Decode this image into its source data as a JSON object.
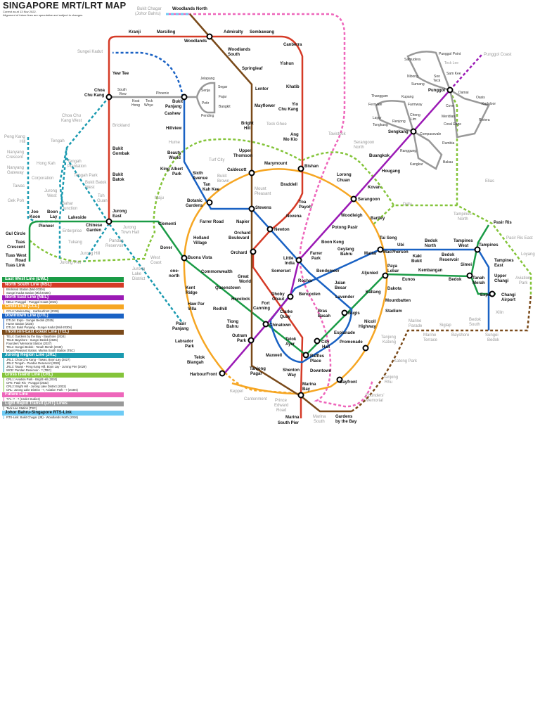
{
  "header": {
    "title": "SINGAPORE MRT/LRT MAP",
    "subtitle_1": "Correct as at 13 Nov 2022.",
    "subtitle_2": "Alignment of future lines are speculative and subject to changes."
  },
  "colors": {
    "EWL": "#1a9b46",
    "NSL": "#d53a26",
    "NEL": "#9b1ab5",
    "CCL": "#f6a623",
    "DTL": "#1a62c4",
    "TEL": "#7a4a1a",
    "JRL": "#1a9ab0",
    "CRL": "#84c43a",
    "FUTURE": "#ee66bb",
    "LRT": "#999999",
    "RTS": "#6ecbf5"
  },
  "legend": [
    {
      "name": "East West Line (EWL)",
      "color": "#1a9b46",
      "items": []
    },
    {
      "name": "North South Line (NSL)",
      "color": "#d53a26",
      "items": [
        "Brickland Station (Mid-2030s)",
        "Sungei Kadut Station (Mid-2030s)"
      ]
    },
    {
      "name": "North East Line (NEL)",
      "color": "#9b1ab5",
      "items": [
        "NELe: Punggol - Punggol Coast (2024)"
      ]
    },
    {
      "name": "Circle Line (CCL)",
      "color": "#f6a623",
      "items": [
        "CCL6: Marina Bay - Harbourfront (2026)"
      ]
    },
    {
      "name": "Downtown Line (DTL)",
      "color": "#1a62c4",
      "items": [
        "DTL3e: Expo - Sungei Bedok (2025)",
        "Hume Station (2025)",
        "DTL2e: Bukit Panjang - Sungei Kadut (Mid-2030s)"
      ]
    },
    {
      "name": "Thomson-East Coast Line (TEL)",
      "color": "#7a4a1a",
      "items": [
        "TEL4: Gardens by the Bay - Bayshore (2024)",
        "TEL5: Bayshore - Sungei Bedok (2025)",
        "Founders' Memorial Station (2027)",
        "TELe: Sungei Bedok - Tanah Merah (2040)",
        "Mount Pleasant Station, Marina South Station (TBC)"
      ]
    },
    {
      "name": "Jurong Region Line (JRL)",
      "color": "#1a9ab0",
      "items": [
        "JRL1: Choa Chu Kang - Tawas, Boon Lay (2027)",
        "JRL2: Tengah - Pandan Reservoir (2028)",
        "JRL3: Tawas - Peng Kang Hill, Boon Lay - Jurong Pier (2029)",
        "WCE: Pandan Reservoir - ? (TBC)"
      ]
    },
    {
      "name": "Cross Island Line (CRL)",
      "color": "#84c43a",
      "items": [
        "CRL1: Aviation Park - Bright Hill (2030)",
        "CPE: Pasir Ris - Punggol (2032)",
        "CRL2: Bright Hill - Jurong Lake District (2032)",
        "CRL: Jurong Lake District - ?, Aviation Park - ? (2030s)"
      ]
    },
    {
      "name": "Future Line",
      "color": "#ee66bb",
      "items": [
        "?YL: ? - ? (Under studies)"
      ]
    },
    {
      "name": "Light Rapid Transit (LRT) Lines",
      "color": "#999999",
      "items": [
        "Teck Lee Station (TBC)"
      ]
    },
    {
      "name": "Johor Bahru-Singapore RTS-Link",
      "color": "#6ecbf5",
      "items": [
        "RTS-Link: Bukit Chagar (JB) - Woodlands North (2026)"
      ],
      "dark_text": true
    }
  ],
  "stations": {
    "s1": "Woodlands North",
    "s2": "Bukit Chagar",
    "s3": "(Johor Bahru)",
    "s4": "Kranji",
    "s5": "Marsiling",
    "s6": "Woodlands",
    "s7": "Admiralty",
    "s8": "Sembawang",
    "s9": "Canberra",
    "s10": "Woodlands",
    "s11": "South",
    "s12": "Springleaf",
    "s13": "Yishun",
    "s14": "Lentor",
    "s15": "Khatib",
    "s16": "Mayflower",
    "s17": "Yio",
    "s18": "Chu Kang",
    "s19": "Sungei Kadut",
    "s20": "Yew Tee",
    "s21": "Choa",
    "s22": "Chu Kang",
    "s23": "South",
    "s24": "View",
    "s25": "Keat",
    "s26": "Hong",
    "s27": "Teck",
    "s28": "Whye",
    "s29": "Phoenix",
    "s30": "Bukit",
    "s31": "Panjang",
    "s32": "Cashew",
    "s33": "Hillview",
    "s34": "Hume",
    "s35": "Beauty",
    "s36": "World",
    "s37": "King Albert",
    "s38": "Park",
    "s39": "Sixth",
    "s40": "Avenue",
    "s41": "Tan",
    "s42": "Kah Kee",
    "s43": "Botanic",
    "s44": "Gardens",
    "s45": "Jelapang",
    "s46": "Senja",
    "s47": "Segar",
    "s48": "Fajar",
    "s49": "Petir",
    "s50": "Bangkit",
    "s51": "Pending",
    "s52": "Bright",
    "s53": "Hill",
    "s54": "Upper",
    "s55": "Thomson",
    "s56": "Caldecott",
    "s57": "Mount",
    "s58": "Pleasant",
    "s59": "Stevens",
    "s60": "Napier",
    "s61": "Orchard",
    "s62": "Boulevard",
    "s63": "Orchard",
    "s64": "Teck Ghee",
    "s65": "Ang",
    "s66": "Mo Kio",
    "s67": "Marymount",
    "s68": "Bishan",
    "s69": "Braddell",
    "s70": "Toa",
    "s71": "Payoh",
    "s72": "Novena",
    "s73": "Newton",
    "s74": "Turf City",
    "s75": "Bukit",
    "s76": "Brown",
    "s77": "Farrer Road",
    "s78": "Holland",
    "s79": "Village",
    "s80": "Buona Vista",
    "s81": "Clementi",
    "s82": "Dover",
    "s83": "one-",
    "s84": "north",
    "s85": "Commonwealth",
    "s86": "Queenstown",
    "s87": "Kent",
    "s88": "Ridge",
    "s89": "Haw Par",
    "s90": "Villa",
    "s91": "Redhill",
    "s92": "Pasir",
    "s93": "Panjang",
    "s94": "Labrador",
    "s95": "Park",
    "s96": "Telok",
    "s97": "Blangah",
    "s98": "HarbourFront",
    "s99": "Tiong",
    "s100": "Bahru",
    "s101": "Outram",
    "s102": "Park",
    "s103": "Great",
    "s104": "World",
    "s105": "Havelock",
    "s106": "Fort",
    "s107": "Canning",
    "s108": "Somerset",
    "s109": "Dhoby",
    "s110": "Ghaut",
    "s111": "Clarke",
    "s112": "Quay",
    "s113": "Chinatown",
    "s114": "Telok",
    "s115": "Ayer",
    "s116": "Maxwell",
    "s117": "Tanjong",
    "s118": "Pagar",
    "s119": "Shenton",
    "s120": "Way",
    "s121": "Raffles",
    "s122": "Place",
    "s123": "City",
    "s124": "Hall",
    "s125": "Downtown",
    "s126": "Marina",
    "s127": "Bay",
    "s128": "Bayfront",
    "s129": "Marina",
    "s130": "South Pier",
    "s131": "Marina",
    "s132": "South",
    "s133": "Gardens",
    "s134": "by the Bay",
    "s135": "Keppel",
    "s136": "Cantonment",
    "s137": "Prince",
    "s138": "Edward",
    "s139": "Road",
    "s140": "Little",
    "s141": "India",
    "s142": "Rochor",
    "s143": "Bencoolen",
    "s144": "Farrer",
    "s145": "Park",
    "s146": "Boon Keng",
    "s147": "Bendemeer",
    "s148": "Jalan",
    "s149": "Besar",
    "s150": "Lavender",
    "s151": "Bras",
    "s152": "Basah",
    "s153": "Bugis",
    "s154": "Esplanade",
    "s155": "Promenade",
    "s156": "Nicoll",
    "s157": "Highway",
    "s158": "Kallang",
    "s159": "Aljunied",
    "s160": "Geylang",
    "s161": "Bahru",
    "s162": "Mattar",
    "s163": "Tai Seng",
    "s164": "MacPherson",
    "s165": "Ubi",
    "s166": "Kaki",
    "s167": "Bukit",
    "s168": "Bedok",
    "s169": "North",
    "s170": "Bedok",
    "s171": "Reservoir",
    "s172": "Tampines",
    "s173": "West",
    "s174": "Tampines",
    "s175": "Tampines",
    "s176": "East",
    "s177": "Upper",
    "s178": "Changi",
    "s179": "Changi",
    "s180": "Airport",
    "s181": "Expo",
    "s182": "Tanah",
    "s183": "Merah",
    "s184": "Simei",
    "s185": "Bedok",
    "s186": "Kembangan",
    "s187": "Eunos",
    "s188": "Paya",
    "s189": "Lebar",
    "s190": "Dakota",
    "s191": "Mountbatten",
    "s192": "Stadium",
    "s193": "Pasir Ris",
    "s194": "Pasir Ris East",
    "s195": "Loyang",
    "s196": "Aviation",
    "s197": "Park",
    "s198": "Tampines",
    "s199": "North",
    "s200": "Defu",
    "s201": "Elias",
    "s202": "Xilin",
    "s203": "Sungei",
    "s204": "Bedok",
    "s205": "Marine",
    "s206": "Parade",
    "s207": "Marine",
    "s208": "Terrace",
    "s209": "Siglap",
    "s210": "Bayshore",
    "s211": "Bedok",
    "s212": "South",
    "s213": "Tanjong",
    "s214": "Katong",
    "s215": "Katong Park",
    "s216": "Tanjong",
    "s217": "Rhu",
    "s218": "Founders'",
    "s219": "Memorial",
    "s220": "Potong Pasir",
    "s221": "Woodleigh",
    "s222": "Bartley",
    "s223": "Serangoon",
    "s224": "Kovan",
    "s225": "Lorong",
    "s226": "Chuan",
    "s227": "Hougang",
    "s228": "Buangkok",
    "s229": "Sengkang",
    "s230": "Punggol",
    "s231": "Punggol Coast",
    "s232": "Serangoon",
    "s233": "North",
    "s234": "Tavistock",
    "s235": "Punggol Point",
    "s236": "Samudera",
    "s237": "Teck Lee",
    "s238": "Nibong",
    "s239": "Soo",
    "s240": "Teck",
    "s241": "Sam Kee",
    "s242": "Sumang",
    "s243": "Damai",
    "s244": "Oasis",
    "s245": "Kadaloor",
    "s246": "Cove",
    "s247": "Meridian",
    "s248": "Riviera",
    "s249": "Coral Edge",
    "s250": "Thanggam",
    "s251": "Kupang",
    "s252": "Fernvale",
    "s253": "Farmway",
    "s254": "Layar",
    "s255": "Cheng",
    "s256": "Lim",
    "s257": "Tongkang",
    "s258": "Renjong",
    "s259": "Compassvale",
    "s260": "Rumbia",
    "s261": "Ranggung",
    "s262": "Bakau",
    "s263": "Kangkar",
    "s264": "Brickland",
    "s265": "Bukit",
    "s266": "Gombak",
    "s267": "Bukit",
    "s268": "Batok",
    "s269": "Jurong",
    "s270": "East",
    "s271": "Choa Chu",
    "s272": "Kang West",
    "s273": "Tengah",
    "s274": "Tengah",
    "s275": "Plantation",
    "s276": "Tengah Park",
    "s277": "Bukit Batok",
    "s278": "West",
    "s279": "Toh",
    "s280": "Guan",
    "s281": "Hong Kah",
    "s282": "Corporation",
    "s283": "Jurong",
    "s284": "West",
    "s285": "Bahar",
    "s286": "Junction",
    "s287": "Peng Kang",
    "s288": "Hill",
    "s289": "Nanyang",
    "s290": "Crescent",
    "s291": "Nanyang",
    "s292": "Gateway",
    "s293": "Tawas",
    "s294": "Gek Poh",
    "s295": "Joo",
    "s296": "Koon",
    "s297": "Boon",
    "s298": "Lay",
    "s299": "Lakeside",
    "s300": "Pioneer",
    "s301": "Chinese",
    "s302": "Garden",
    "s303": "Gul Circle",
    "s304": "Tuas",
    "s305": "Crescent",
    "s306": "Tuas West",
    "s307": "Road",
    "s308": "Tuas Link",
    "s309": "Enterprise",
    "s310": "Tukang",
    "s311": "Jurong Hill",
    "s312": "Jurong Pier",
    "s313": "Jurong",
    "s314": "Town Hall",
    "s315": "Pandan",
    "s316": "Reservoir",
    "s317": "West",
    "s318": "Coast",
    "s319": "Jurong",
    "s320": "Lake",
    "s321": "District",
    "s322": "Maju"
  }
}
